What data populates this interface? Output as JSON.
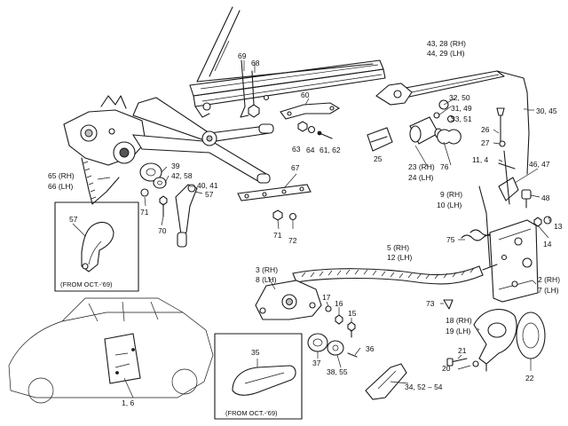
{
  "labels": [
    {
      "id": "43_28",
      "text": "43, 28 (RH)"
    },
    {
      "id": "44_29",
      "text": "44, 29 (LH)"
    },
    {
      "id": "69",
      "text": "69"
    },
    {
      "id": "68",
      "text": "68"
    },
    {
      "id": "60",
      "text": "60"
    },
    {
      "id": "32_50",
      "text": "32, 50"
    },
    {
      "id": "31_49",
      "text": "31, 49"
    },
    {
      "id": "33_51",
      "text": "33, 51"
    },
    {
      "id": "30_45",
      "text": "30, 45"
    },
    {
      "id": "26",
      "text": "26"
    },
    {
      "id": "27",
      "text": "27"
    },
    {
      "id": "63",
      "text": "63"
    },
    {
      "id": "64",
      "text": "64"
    },
    {
      "id": "61_62",
      "text": "61, 62"
    },
    {
      "id": "25",
      "text": "25"
    },
    {
      "id": "23rh",
      "text": "23 (RH)"
    },
    {
      "id": "76",
      "text": "76"
    },
    {
      "id": "24lh",
      "text": "24 (LH)"
    },
    {
      "id": "11_4",
      "text": "11, 4"
    },
    {
      "id": "46_47",
      "text": "46, 47"
    },
    {
      "id": "48",
      "text": "48"
    },
    {
      "id": "9rh",
      "text": "9 (RH)"
    },
    {
      "id": "10lh",
      "text": "10 (LH)"
    },
    {
      "id": "13",
      "text": "13"
    },
    {
      "id": "14",
      "text": "14"
    },
    {
      "id": "39",
      "text": "39"
    },
    {
      "id": "42_58",
      "text": "42, 58"
    },
    {
      "id": "40_41",
      "text": "40, 41"
    },
    {
      "id": "65rh",
      "text": "65 (RH)"
    },
    {
      "id": "66lh",
      "text": "66 (LH)"
    },
    {
      "id": "57a",
      "text": "57"
    },
    {
      "id": "71a",
      "text": "71"
    },
    {
      "id": "70",
      "text": "70"
    },
    {
      "id": "67",
      "text": "67"
    },
    {
      "id": "71b",
      "text": "71"
    },
    {
      "id": "72",
      "text": "72"
    },
    {
      "id": "57b",
      "text": "57"
    },
    {
      "id": "75",
      "text": "75"
    },
    {
      "id": "5rh",
      "text": "5 (RH)"
    },
    {
      "id": "12lh",
      "text": "12 (LH)"
    },
    {
      "id": "3rh",
      "text": "3 (RH)"
    },
    {
      "id": "8lh",
      "text": "8 (LH)"
    },
    {
      "id": "2rh",
      "text": "2 (RH)"
    },
    {
      "id": "7lh",
      "text": "7 (LH)"
    },
    {
      "id": "17",
      "text": "17"
    },
    {
      "id": "16",
      "text": "16"
    },
    {
      "id": "15",
      "text": "15"
    },
    {
      "id": "73",
      "text": "73"
    },
    {
      "id": "18rh",
      "text": "18 (RH)"
    },
    {
      "id": "19lh",
      "text": "19 (LH)"
    },
    {
      "id": "35",
      "text": "35"
    },
    {
      "id": "36",
      "text": "36"
    },
    {
      "id": "37",
      "text": "37"
    },
    {
      "id": "38_55",
      "text": "38, 55"
    },
    {
      "id": "21",
      "text": "21"
    },
    {
      "id": "20",
      "text": "20"
    },
    {
      "id": "22",
      "text": "22"
    },
    {
      "id": "34_52_54",
      "text": "34, 52 – 54"
    },
    {
      "id": "1_6",
      "text": "1, 6"
    }
  ],
  "captions": {
    "inset_left": "(FROM OCT.-'69)",
    "inset_center": "(FROM OCT.-'69)"
  }
}
